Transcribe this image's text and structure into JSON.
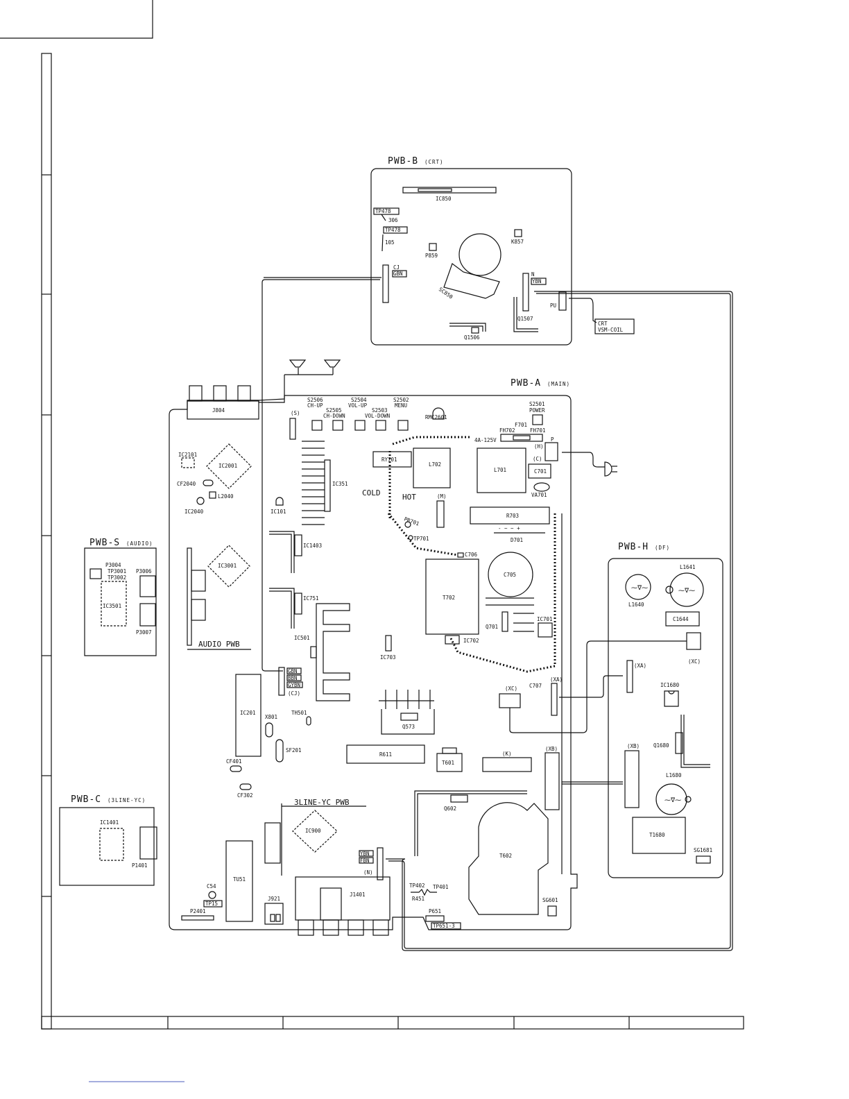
{
  "boards": {
    "b": {
      "name": "PWB-B",
      "sub": "(CRT)"
    },
    "a": {
      "name": "PWB-A",
      "sub": "(MAIN)"
    },
    "s": {
      "name": "PWB-S",
      "sub": "(AUDIO)"
    },
    "c": {
      "name": "PWB-C",
      "sub": "(3LINE-YC)"
    },
    "h": {
      "name": "PWB-H",
      "sub": "(DF)"
    }
  },
  "sub_labels": {
    "audio_pwb": "AUDIO PWB",
    "yc_pwb": "3LINE-YC PWB",
    "cold": "COLD",
    "hot": "HOT"
  },
  "b_labels": {
    "ic850": "IC850",
    "tp478a": "TP478",
    "r306": "306",
    "tp478b": "TP478",
    "r105": "105",
    "k857": "K857",
    "p859": "P859",
    "sc850": "SC850",
    "cj": "CJ",
    "gbn": "GBN",
    "n": "N",
    "ybn": "YBN",
    "pu": "PU",
    "q1507": "Q1507",
    "q1506": "Q1506",
    "crt": "CRT",
    "vsm": "VSM-COIL"
  },
  "a_labels": {
    "j804": "J804",
    "s": "(S)",
    "s2506": "S2506",
    "chup": "CH-UP",
    "s2505": "S2505",
    "chdown": "CH-DOWN",
    "s2504": "S2504",
    "volup": "VOL-UP",
    "s2503": "S2503",
    "voldown": "VOL-DOWN",
    "s2502": "S2502",
    "menu": "MENU",
    "rmc2601": "RMC2601",
    "s2501": "S2501",
    "power": "POWER",
    "f701": "F701",
    "fh702": "FH702",
    "fh701": "FH701",
    "fuse": "4A-125V",
    "p": "P",
    "h": "(H)",
    "c": "(C)",
    "ry701": "RY701",
    "l702": "L702",
    "l701": "L701",
    "c701": "C701",
    "va701": "VA701",
    "ic2101": "IC2101",
    "ic2001": "IC2001",
    "cf2040": "CF2040",
    "l2040": "L2040",
    "ic2040": "IC2040",
    "ic351": "IC351",
    "ic101": "IC101",
    "m": "(M)",
    "pr701": "PR701",
    "tp701": "TP701",
    "r703": "R703",
    "d701": "D701",
    "ic1403": "IC1403",
    "ic3001": "IC3001",
    "c706": "C706",
    "c705": "C705",
    "t702": "T702",
    "ic751": "IC751",
    "ic501": "IC501",
    "ic703": "IC703",
    "ic702": "IC702",
    "q701": "Q701",
    "ic701": "IC701",
    "c707": "C707",
    "xa": "(XA)",
    "xc": "(XC)",
    "cj": "(CJ)",
    "gbn": "GBN",
    "bbn": "BBN",
    "gybn": "GYBN",
    "ic201": "IC201",
    "x801": "X801",
    "th501": "TH501",
    "q573": "Q573",
    "sf201": "SF201",
    "cf401": "CF401",
    "r611": "R611",
    "t601": "T601",
    "k": "(K)",
    "xb": "(XB)",
    "cf302": "CF302",
    "q602": "Q602",
    "ic900": "IC900",
    "t602": "T602",
    "nybn": "YBN",
    "nfbn": "FBN",
    "n": "(N)",
    "tu51": "TU51",
    "c54": "C54",
    "tp15": "TP15",
    "p2401": "P2401",
    "j921": "J921",
    "j1401": "J1401",
    "tp402": "TP402",
    "tp401": "TP401",
    "r451": "R451",
    "p651": "P651",
    "tp6513": "TP651-3",
    "sg601": "SG601"
  },
  "s_labels": {
    "p3004": "P3004",
    "tp3001": "TP3001",
    "tp3002": "TP3002",
    "p3006": "P3006",
    "ic3501": "IC3501",
    "p3007": "P3007"
  },
  "c_labels": {
    "ic1401": "IC1401",
    "p1401": "P1401"
  },
  "h_labels": {
    "l1641": "L1641",
    "l1640": "L1640",
    "c1644": "C1644",
    "xc": "(XC)",
    "xa": "(XA)",
    "ic1680": "IC1680",
    "xb": "(XB)",
    "q1680": "Q1680",
    "l1680": "L1680",
    "t1680": "T1680",
    "sg1681": "SG1681"
  }
}
